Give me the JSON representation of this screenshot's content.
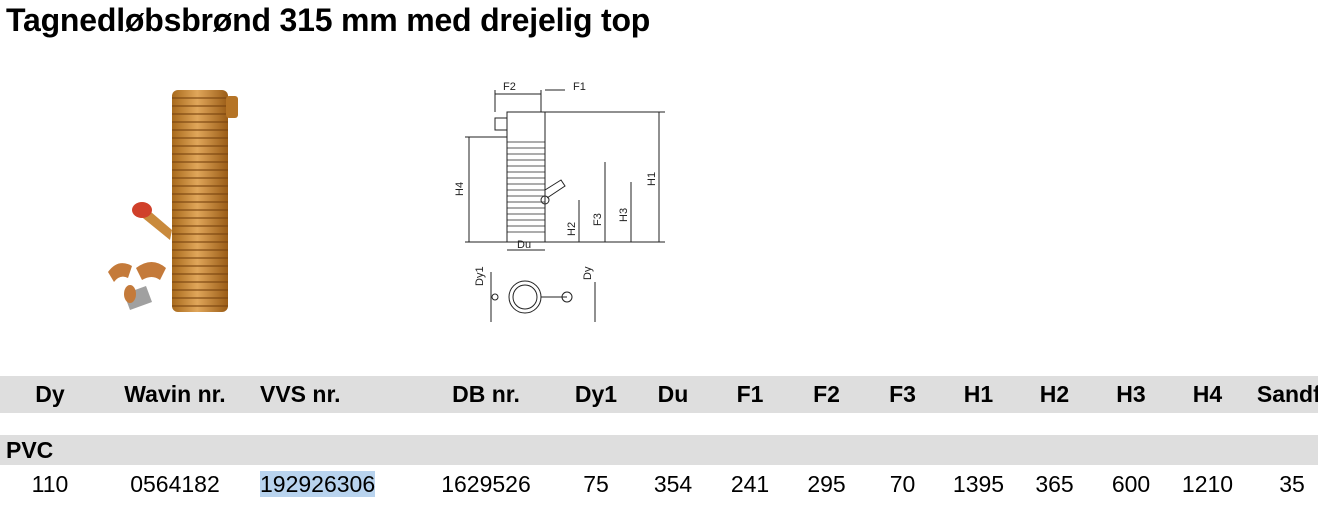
{
  "title": "Tagnedløbsbrønd 315 mm med drejelig top",
  "drawing_labels": {
    "f2": "F2",
    "f1": "F1",
    "h4": "H4",
    "h1": "H1",
    "h2": "H2",
    "f3": "F3",
    "h3": "H3",
    "du": "Du",
    "dy1": "Dy1",
    "dy": "Dy"
  },
  "table": {
    "headers": [
      "Dy",
      "Wavin nr.",
      "VVS nr.",
      "DB nr.",
      "Dy1",
      "Du",
      "F1",
      "F2",
      "F3",
      "H1",
      "H2",
      "H3",
      "H4",
      "Sandf."
    ],
    "group": "PVC",
    "row": [
      "110",
      "0564182",
      "192926306",
      "1629526",
      "75",
      "354",
      "241",
      "295",
      "70",
      "1395",
      "365",
      "600",
      "1210",
      "35"
    ]
  }
}
